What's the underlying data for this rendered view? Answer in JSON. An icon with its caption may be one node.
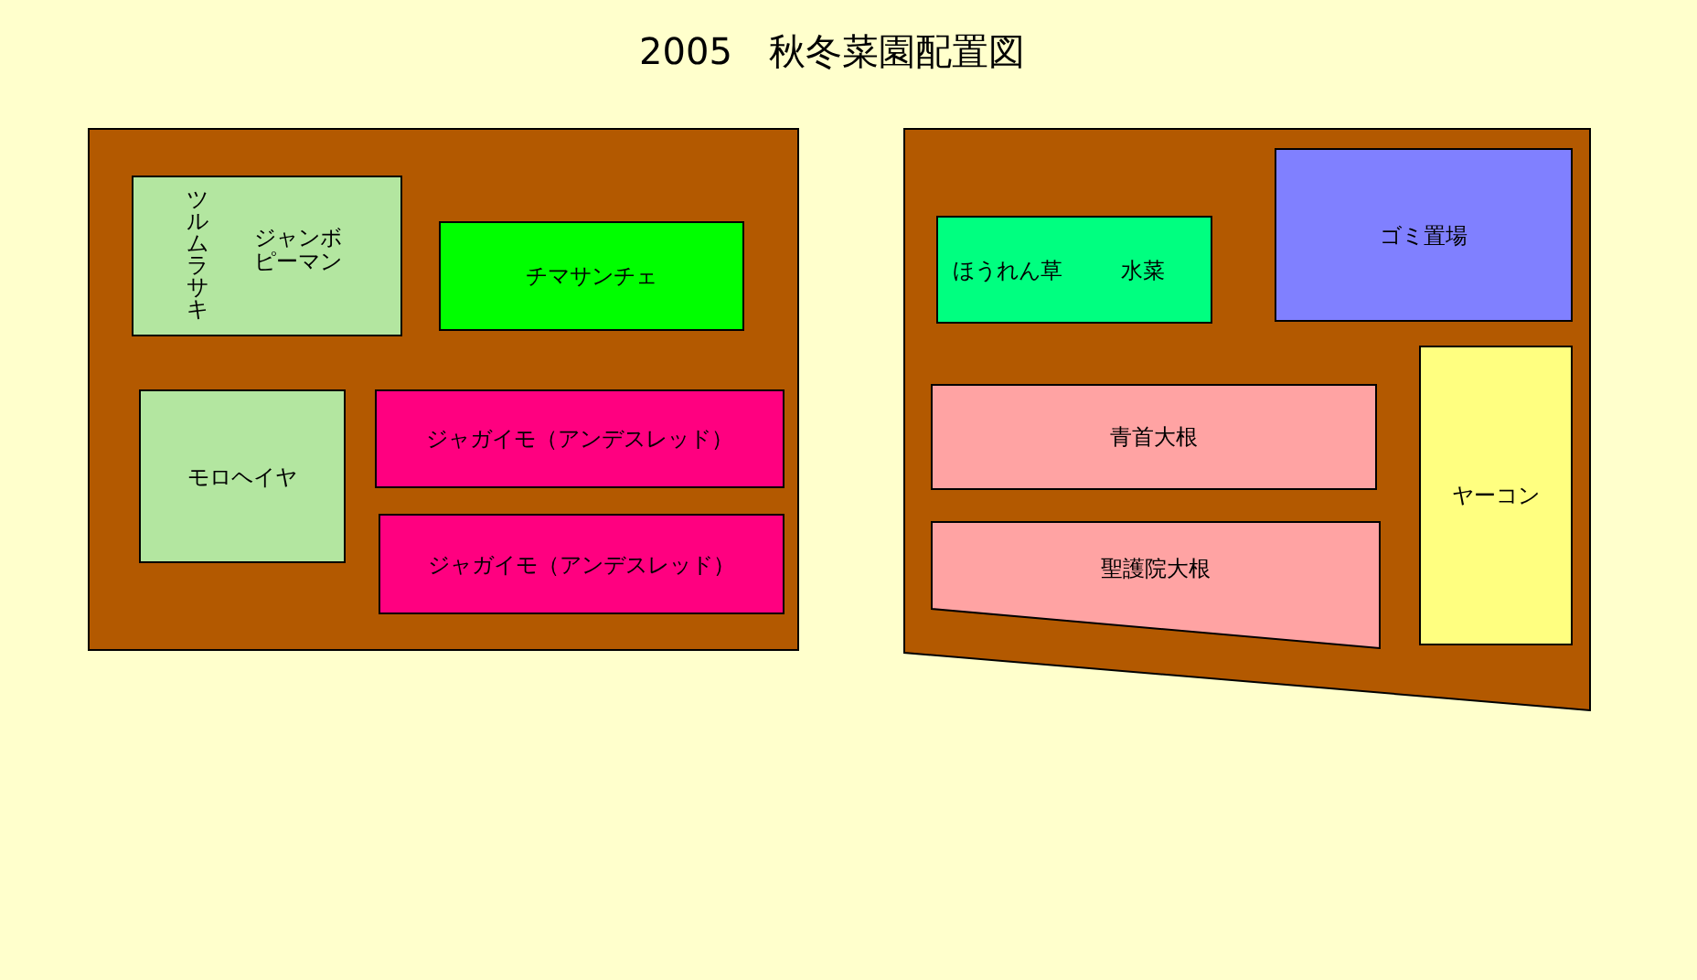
{
  "diagram": {
    "title": "2005　秋冬菜園配置図",
    "nodes": [
      {
        "text": [],
        "shape": "box"
      },
      {
        "text": [
          "ツルムラサキ",
          "ジャンボピーマン"
        ],
        "in": 0
      },
      {
        "text": [
          "チマサンチェ"
        ],
        "in": 0
      },
      {
        "text": [
          "モロヘイヤ"
        ],
        "in": 0
      },
      {
        "text": [
          "ジャガイモ（アンデスレッド）"
        ],
        "in": 0
      },
      {
        "text": [
          "ジャガイモ（アンデスレッド）"
        ],
        "in": 0
      },
      {
        "text": [],
        "shape": "box"
      },
      {
        "text": [
          "ほうれん草",
          "水菜"
        ],
        "in": 6
      },
      {
        "text": [
          "ゴミ置場"
        ],
        "in": 6
      },
      {
        "text": [
          "青首大根"
        ],
        "in": 6
      },
      {
        "text": [
          "聖護院大根"
        ],
        "in": 6
      },
      {
        "text": [
          "ヤーコン"
        ],
        "in": 6
      }
    ]
  }
}
